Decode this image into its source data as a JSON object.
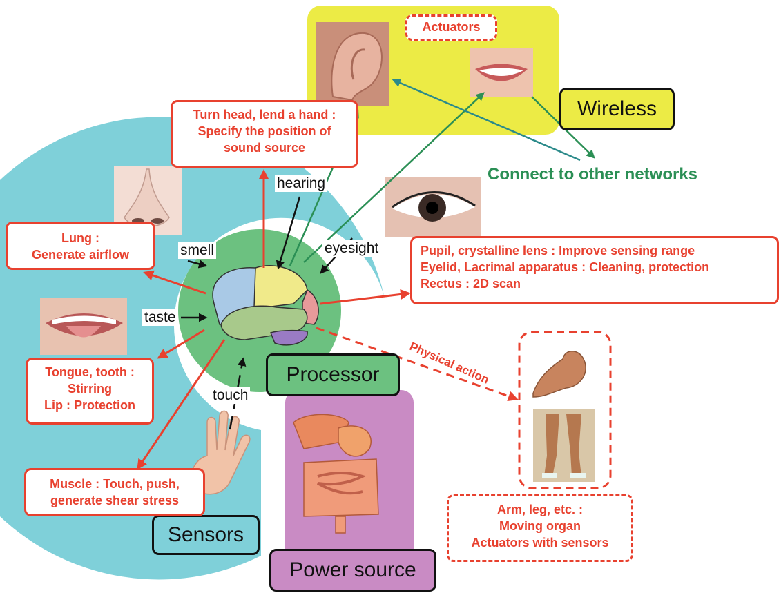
{
  "labels": {
    "actuators": "Actuators",
    "wireless": "Wireless",
    "connect": "Connect to other networks",
    "processor": "Processor",
    "sensors": "Sensors",
    "power_source": "Power source",
    "physical_action": "Physical action"
  },
  "senses": {
    "hearing": "hearing",
    "smell": "smell",
    "eyesight": "eyesight",
    "taste": "taste",
    "touch": "touch"
  },
  "boxes": {
    "ear": [
      "Turn head, lend a hand :",
      "Specify the position of",
      "sound source"
    ],
    "lung": [
      "Lung :",
      "Generate airflow"
    ],
    "eye": [
      "Pupil, crystalline lens :  Improve sensing range",
      "Eyelid, Lacrimal apparatus : Cleaning, protection",
      "Rectus : 2D scan"
    ],
    "tongue": [
      "Tongue, tooth :",
      "Stirring",
      "Lip : Protection"
    ],
    "muscle": [
      "Muscle : Touch, push,",
      "generate shear stress"
    ],
    "limbs": [
      "Arm, leg, etc. :",
      "Moving organ",
      "Actuators with sensors"
    ]
  },
  "colors": {
    "red": "#e8412f",
    "green_arrow": "#2b8f55",
    "teal_arrow": "#2b8a8a",
    "sensors_ring": "#7fd0d9",
    "processor": "#6cc180",
    "wireless_bg": "#eceb45",
    "power_bg": "#c98bc4"
  }
}
